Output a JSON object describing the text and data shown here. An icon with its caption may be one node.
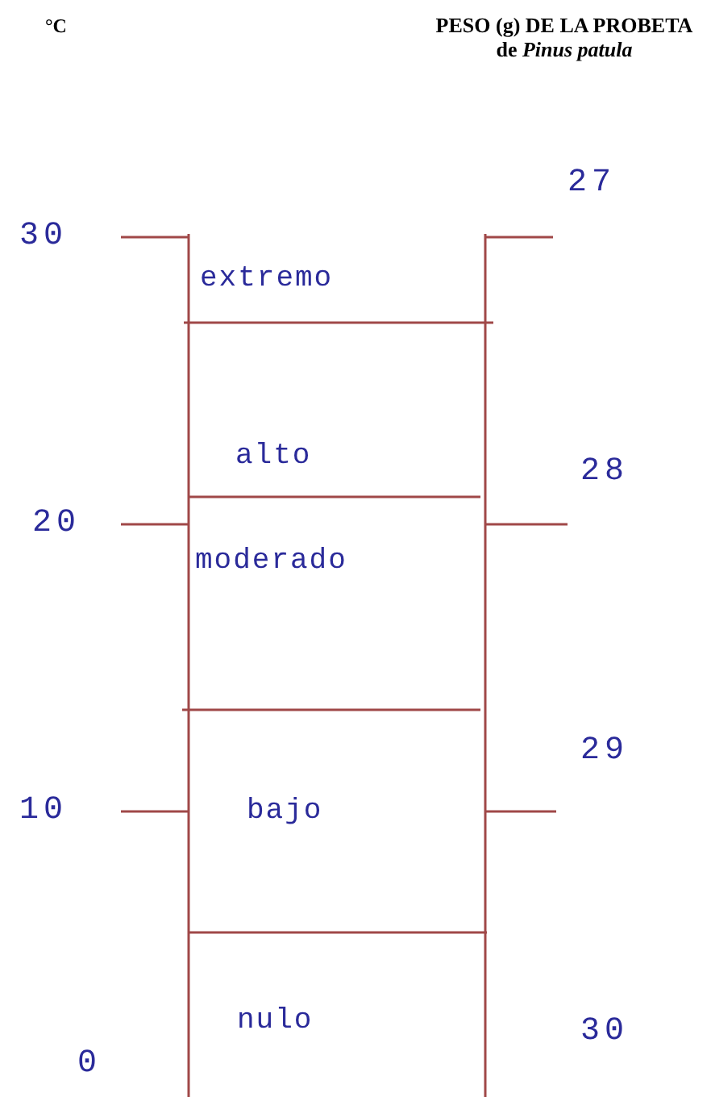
{
  "diagram": {
    "title": "PESO (g) DE LA PROBETA de *Pinus patula*",
    "labels": [
      "°C",
      "27",
      "30",
      "extremo",
      "alto",
      "28",
      "20",
      "moderado",
      "29",
      "10",
      "bajo",
      "nulo",
      "30",
      "0"
    ]
  }
}
